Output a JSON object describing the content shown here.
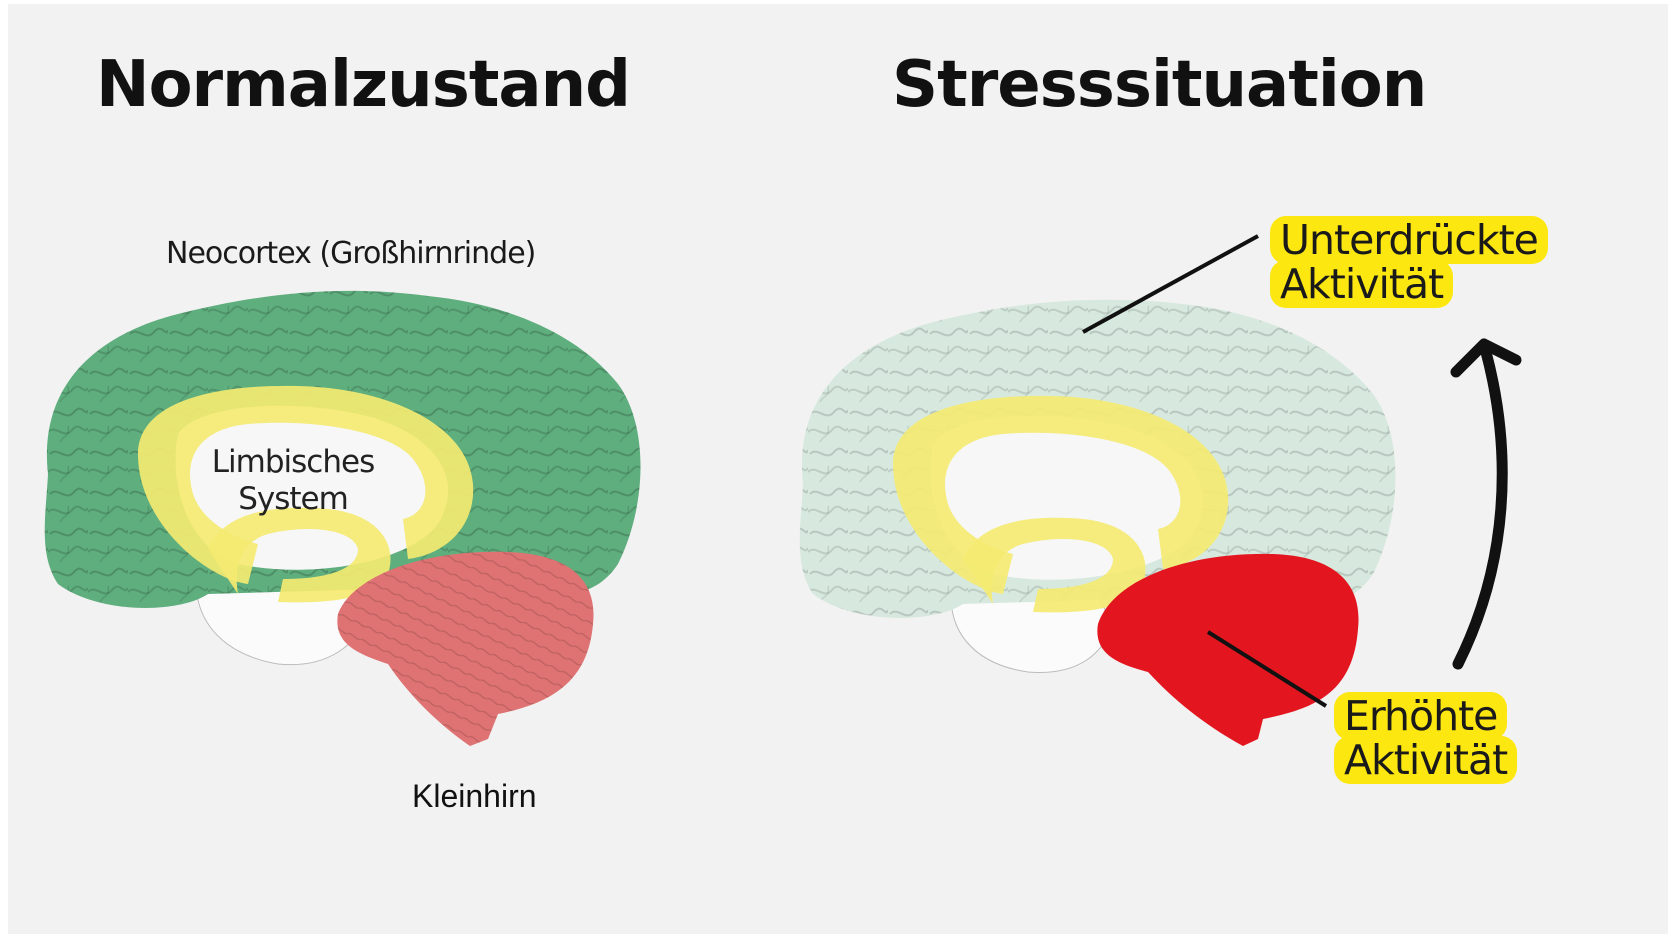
{
  "titles": {
    "left": "Normalzustand",
    "right": "Stresssituation"
  },
  "labels": {
    "neocortex": "Neocortex (Großhirnrinde)",
    "limbic_line1": "Limbisches",
    "limbic_line2": "System",
    "cerebellum": "Kleinhirn",
    "suppressed_line1": "Unterdrückte",
    "suppressed_line2": "Aktivität",
    "increased_line1": "Erhöhte",
    "increased_line2": "Aktivität"
  },
  "colors": {
    "background": "#f2f2f2",
    "neocortex_normal": "#5fae7e",
    "neocortex_suppressed": "#d7e9df",
    "limbic": "#f4ea72",
    "cerebellum_normal": "#df7373",
    "cerebellum_stress": "#e3161f",
    "highlight": "#fde711"
  },
  "icons": {
    "arrow": "curved-up-arrow-icon"
  }
}
